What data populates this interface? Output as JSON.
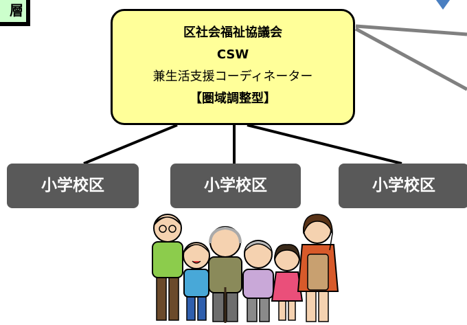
{
  "level_tag": {
    "label": "層"
  },
  "org_box": {
    "line1": "区社会福祉協議会",
    "line2": "CSW",
    "line3": "兼生活支援コーディネーター",
    "line4": "【圏域調整型】"
  },
  "districts": [
    {
      "label": "小学校区"
    },
    {
      "label": "小学校区"
    },
    {
      "label": "小学校区"
    }
  ],
  "colors": {
    "org_fill": "#ffff99",
    "district_fill": "#595959",
    "level_tag_fill": "#ccffcc",
    "arrow_fill": "#4a7fc1",
    "connector_gray": "#808080"
  },
  "illustration": {
    "icon": "family-group-illustration"
  }
}
